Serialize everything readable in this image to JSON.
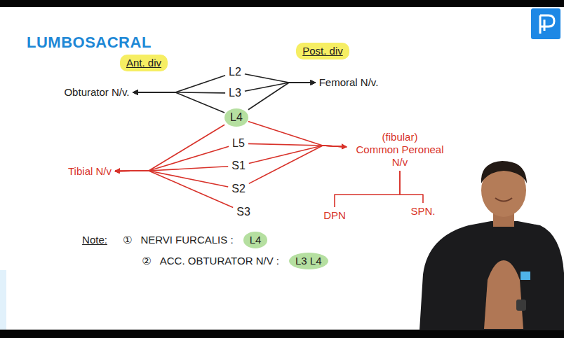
{
  "diagram": {
    "title": "LUMBOSACRAL",
    "nodes": [
      {
        "text": [
          "L2"
        ]
      },
      {
        "text": [
          "L3"
        ]
      },
      {
        "text": [
          "L4"
        ]
      },
      {
        "text": [
          "L5"
        ]
      },
      {
        "text": [
          "S1"
        ]
      },
      {
        "text": [
          "S2"
        ]
      },
      {
        "text": [
          "S3"
        ]
      },
      {
        "text": [
          "Obturator N/v."
        ]
      },
      {
        "text": [
          "Femoral N/v."
        ]
      },
      {
        "text": [
          "Tibial N/v"
        ]
      },
      {
        "text": [
          "(fibular)",
          "Common Peroneal N/v"
        ]
      },
      {
        "text": [
          "DPN"
        ]
      },
      {
        "text": [
          "SPN."
        ]
      }
    ],
    "edges": [
      {
        "from": 0,
        "to": 7,
        "arrow": "to"
      },
      {
        "from": 1,
        "to": 7,
        "arrow": "to"
      },
      {
        "from": 2,
        "to": 7,
        "arrow": "to"
      },
      {
        "from": 0,
        "to": 8,
        "arrow": "to"
      },
      {
        "from": 1,
        "to": 8,
        "arrow": "to"
      },
      {
        "from": 2,
        "to": 8,
        "arrow": "to"
      },
      {
        "from": 2,
        "to": 9,
        "arrow": "to"
      },
      {
        "from": 3,
        "to": 9,
        "arrow": "to"
      },
      {
        "from": 4,
        "to": 9,
        "arrow": "to"
      },
      {
        "from": 5,
        "to": 9,
        "arrow": "to"
      },
      {
        "from": 6,
        "to": 9,
        "arrow": "to"
      },
      {
        "from": 2,
        "to": 10,
        "arrow": "to"
      },
      {
        "from": 3,
        "to": 10,
        "arrow": "to"
      },
      {
        "from": 4,
        "to": 10,
        "arrow": "to"
      },
      {
        "from": 5,
        "to": 10,
        "arrow": "to"
      },
      {
        "from": 10,
        "to": 11,
        "arrow": "none"
      },
      {
        "from": 10,
        "to": 12,
        "arrow": "none"
      }
    ],
    "labels": [
      "Ant. div",
      "Post. div",
      "Note:",
      "①",
      "NERVI FURCALIS :",
      "L4",
      "②",
      "ACC. OBTURATOR N/V :",
      "L3 L4"
    ]
  }
}
